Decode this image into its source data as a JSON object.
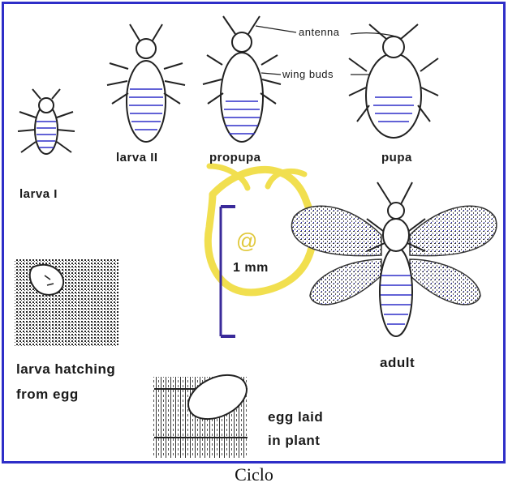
{
  "stages": {
    "larva_1": "larva I",
    "larva_2": "larva II",
    "propupa": "propupa",
    "pupa": "pupa",
    "adult": "adult",
    "larva_hatching": "larva hatching\nfrom egg",
    "egg_laid": "egg laid\nin plant"
  },
  "annotations": {
    "antenna": "antenna",
    "wing_buds": "wing buds"
  },
  "scale_bar": {
    "symbol": "@",
    "label": "1 mm"
  },
  "caption": "Ciclo",
  "colors": {
    "frame": "#2e2ec8",
    "highlight": "#f0dc3c",
    "scale": "#3a2a9a"
  }
}
